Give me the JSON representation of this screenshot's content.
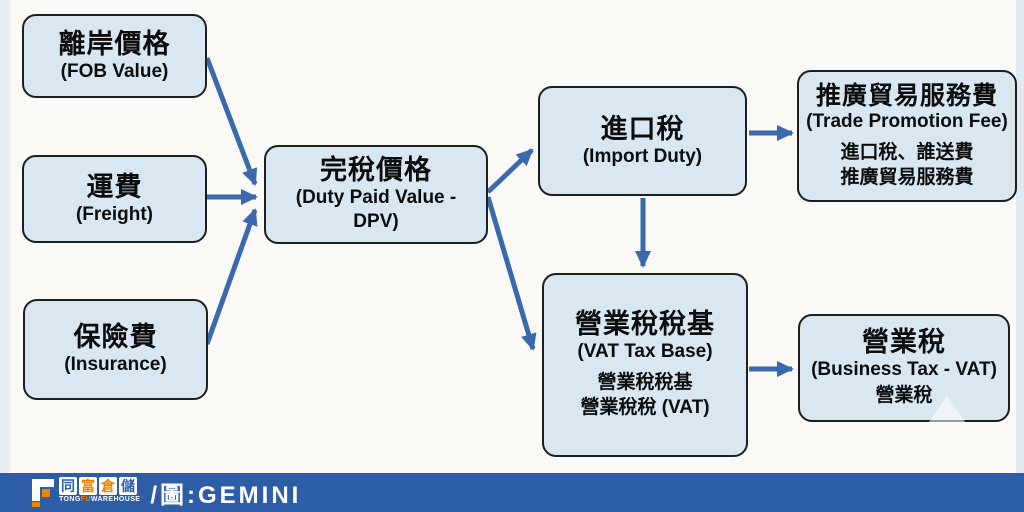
{
  "diagram": {
    "boxes": {
      "fob": {
        "title": "離岸價格",
        "subtitle": "(FOB Value)"
      },
      "freight": {
        "title": "運費",
        "subtitle": "(Freight)"
      },
      "insurance": {
        "title": "保險費",
        "subtitle": "(Insurance)"
      },
      "dpv": {
        "title": "完稅價格",
        "subtitle": "(Duty Paid Value - DPV)"
      },
      "import_duty": {
        "title": "進口稅",
        "subtitle": "(Import Duty)"
      },
      "trade_promotion_fee": {
        "title": "推廣貿易服務費",
        "subtitle": "(Trade Promotion Fee)",
        "line1": "進口稅、誰送費",
        "line2": "推廣貿易服務費"
      },
      "vat_tax_base": {
        "title": "營業稅稅基",
        "subtitle": "(VAT Tax Base)",
        "line1": "營業稅稅基",
        "line2": "營業稅稅 (VAT)"
      },
      "business_tax": {
        "title": "營業稅",
        "subtitle": "(Business Tax - VAT)",
        "line1": "營業稅"
      }
    },
    "colors": {
      "box_fill": "#d9e7f2",
      "box_border": "#1e1e1e",
      "arrow": "#3a6aad",
      "footer_bar": "#2e5da7",
      "logo_orange": "#f08300",
      "background": "#faf9f6"
    }
  },
  "footer": {
    "logo": {
      "chars": {
        "c1": "同",
        "c2": "富",
        "c3": "倉",
        "c4": "儲"
      },
      "latin": {
        "part1": "TONG",
        "part2": "FU",
        "part3": "WAREHOUSE"
      }
    },
    "credit": "/圖:GEMINI"
  }
}
